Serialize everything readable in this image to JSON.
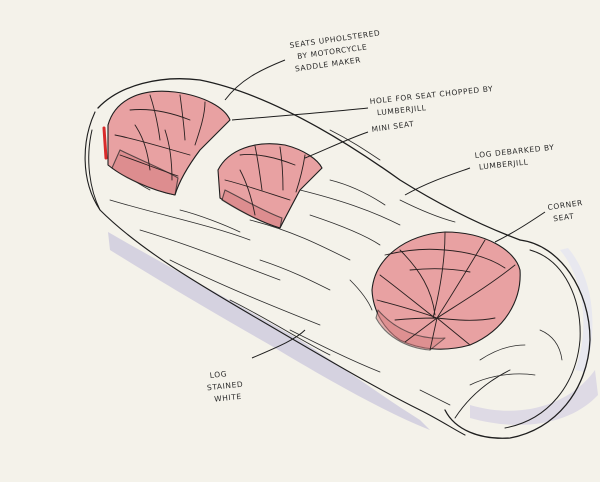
{
  "annotations": {
    "seats_upholstered": [
      "SEATS UPHOLSTERED",
      "BY MOTORCYCLE",
      "SADDLE MAKER"
    ],
    "hole_for_seat": [
      "HOLE FOR SEAT CHOPPED BY",
      "LUMBERJILL"
    ],
    "mini_seat": [
      "MINI SEAT"
    ],
    "log_debarked": [
      "LOG DEBARKED BY",
      "LUMBERJILL"
    ],
    "corner_seat": [
      "CORNER",
      "SEAT"
    ],
    "log_stained": [
      "LOG",
      "STAINED",
      "WHITE"
    ]
  },
  "colors": {
    "paper": "#f4f2ea",
    "ink": "#1e1e1e",
    "upholstery": "#e8a1a2",
    "shadow": "#c9c5da",
    "accent": "#d92b2b"
  }
}
